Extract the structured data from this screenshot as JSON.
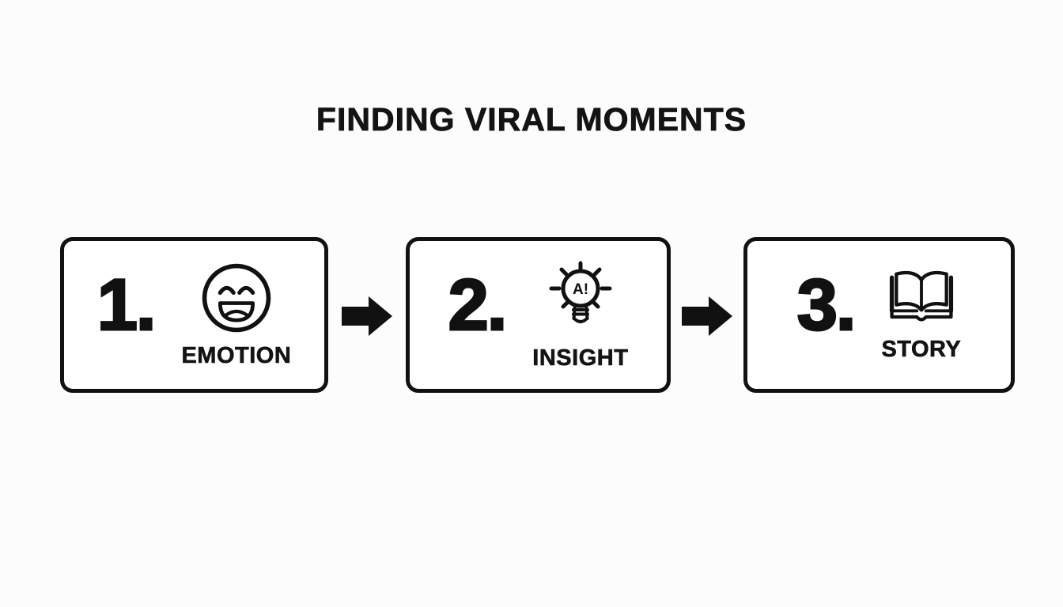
{
  "title": "FINDING VIRAL MOMENTS",
  "steps": [
    {
      "number": "1.",
      "label": "EMOTION",
      "icon": "laughing-face-icon"
    },
    {
      "number": "2.",
      "label": "INSIGHT",
      "icon": "lightbulb-aha-icon",
      "icon_text": "A!"
    },
    {
      "number": "3.",
      "label": "STORY",
      "icon": "open-book-icon"
    }
  ],
  "connectors": [
    {
      "icon": "arrow-right-icon"
    },
    {
      "icon": "arrow-right-icon"
    }
  ],
  "colors": {
    "background": "#fcfcfc",
    "box_background": "#ffffff",
    "line": "#111111",
    "text": "#141414"
  }
}
